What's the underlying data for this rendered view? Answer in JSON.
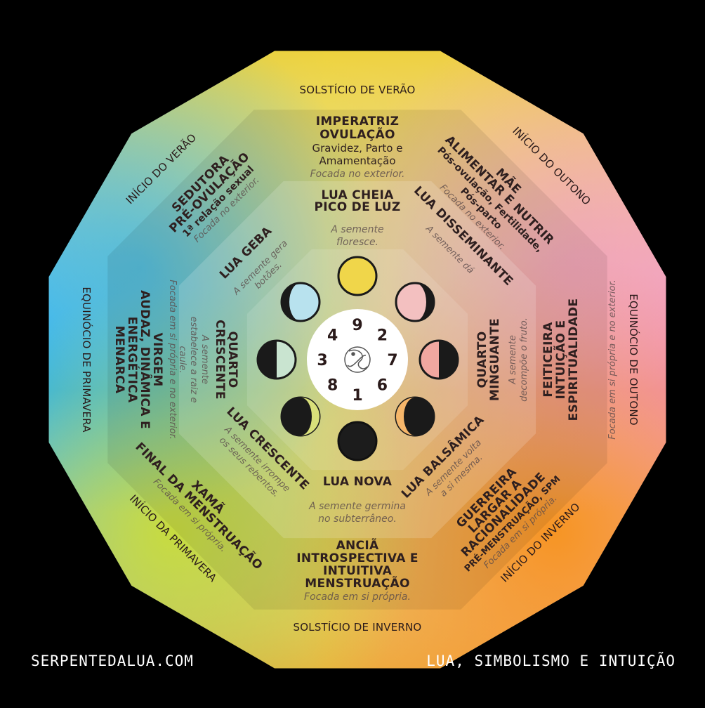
{
  "seasons": {
    "solsticio_verao": "SOLSTÍCIO DE VERÃO",
    "inicio_outono": "INÍCIO DO OUTONO",
    "equinocio_outono": "EQUINÓCIO DE OUTONO",
    "inicio_inverno": "INÍCIO DO INVERNO",
    "solsticio_inverno": "SOLSTÍCIO DE INVERNO",
    "inicio_primavera": "INÍCIO DA PRIMAVERA",
    "equinocio_primavera": "EQUINÓCIO DE PRIMAVERA",
    "inicio_verao": "INÍCIO DO VERÃO"
  },
  "archetypes": {
    "imperatriz": {
      "title": "IMPERATRIZ",
      "sub": "OVULAÇÃO",
      "desc1": "Gravidez, Parto e",
      "desc2": "Amamentação",
      "focus": "Focada no exterior."
    },
    "mae": {
      "title": "MÃE",
      "sub": "ALIMENTAR E NUTRIR",
      "desc1": "Pós-ovulação, Fertilidade,",
      "desc2": "Pós-parto",
      "focus": "Focada no exterior."
    },
    "feiticeira": {
      "title": "FEITICEIRA",
      "sub": "INTUIÇÃO E",
      "sub2": "ESPIRITUALIDADE",
      "focus": "Focada em si própria e no exterior."
    },
    "guerreira": {
      "title": "GUERREIRA",
      "sub": "LARGAR A",
      "sub2": "RACIONALIDADE",
      "desc1": "PRÉ-MENSTRUAÇÃO, SPM",
      "focus": "Focada em si própria."
    },
    "ancia": {
      "title": "ANCIÃ",
      "sub": "INTROSPECTIVA E",
      "sub2": "INTUITIVA",
      "desc1": "MENSTRUAÇÃO",
      "focus": "Focada em si própria."
    },
    "xama": {
      "title": "XAMÃ",
      "sub": "FINAL DA MENSTRUAÇÃO",
      "focus": "Focada em si própria."
    },
    "virgem": {
      "title": "VIRGEM",
      "sub": "AUDAZ, DINÂMICA E",
      "sub2": "ENERGÉTICA",
      "desc1": "MENARCA",
      "focus": "Focada em si própria e no exterior."
    },
    "sedutora": {
      "title": "SEDUTORA",
      "sub": "PRÉ-OVULAÇÃO",
      "desc1": "1ª relação sexual",
      "focus": "Focada no exterior."
    }
  },
  "moon_phases": {
    "cheia": {
      "name1": "LUA CHEIA",
      "name2": "PICO DE LUZ",
      "seed1": "A semente",
      "seed2": "floresce."
    },
    "disseminante": {
      "name1": "LUA DISSEMINANTE",
      "seed1": "A semente dá"
    },
    "minguante": {
      "name1": "QUARTO",
      "name2": "MINGUANTE",
      "seed1": "A semente",
      "seed2": "decompõe o fruto."
    },
    "balsamica": {
      "name1": "LUA BALSÂMICA",
      "seed1": "A semente volta",
      "seed2": "a si mesma."
    },
    "nova": {
      "name1": "LUA NOVA",
      "seed1": "A semente germina",
      "seed2": "no subterrâneo."
    },
    "crescente": {
      "name1": "LUA CRESCENTE",
      "seed1": "A semente irrompe",
      "seed2": "os seus rebentos."
    },
    "quarto_crescente": {
      "name1": "QUARTO",
      "name2": "CRESCENTE",
      "seed1": "A semente",
      "seed2": "estabelece a raiz e",
      "seed3": "caule."
    },
    "geba": {
      "name1": "LUA GEBA",
      "seed1": "A semente gera",
      "seed2": "botões."
    }
  },
  "center_numbers": [
    "9",
    "2",
    "7",
    "6",
    "1",
    "8",
    "3",
    "4"
  ],
  "footer": {
    "left": "SERPENTEDALUA.COM",
    "right": "LUA, SIMBOLISMO E INTUIÇÃO"
  },
  "colors": {
    "top": "#e8d23a",
    "right": "#f29bb0",
    "bottom_right": "#f7931e",
    "left": "#38b6e8",
    "bottom_left": "#c8d83a",
    "background": "#000000"
  }
}
